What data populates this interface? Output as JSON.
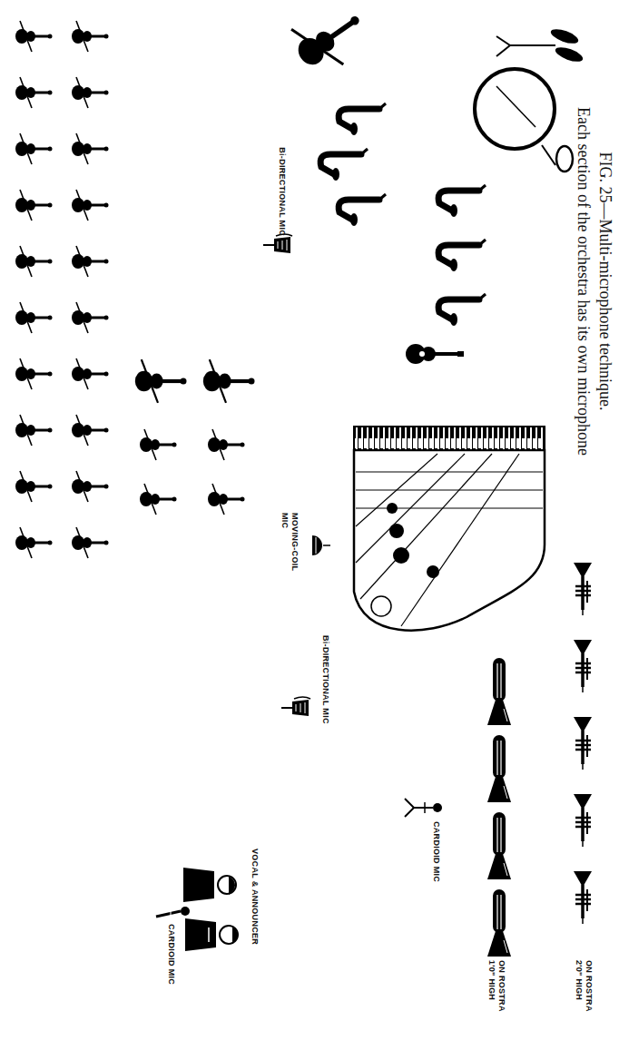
{
  "diagram": {
    "title": "FIG. 25—Multi-microphone technique.",
    "caption": "Each section of the orchestra has its own microphone",
    "labels": [
      "ON ROSTRA 2'0\" HIGH",
      "ON ROSTRA 1'0\" HIGH",
      "CARDIOID MIC",
      "Bi-DIRECTIONAL MIC",
      "MOVING-COIL MIC",
      "Bi-DIRECTIONAL MIC",
      "VOCAL & ANNOUNCER",
      "CARDIOID MIC"
    ]
  }
}
